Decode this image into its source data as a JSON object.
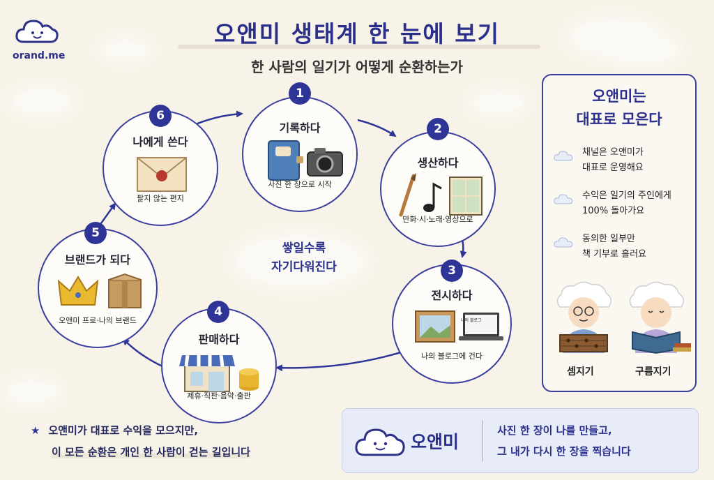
{
  "brand": {
    "logo_text": "orand.me"
  },
  "header": {
    "title": "오앤미 생태계 한 눈에 보기",
    "subtitle": "한 사람의 일기가 어떻게 순환하는가"
  },
  "cycle": [
    {
      "number": "1",
      "label": "기록하다",
      "caption": "사진 한 장으로 시작",
      "icons": [
        "diary-icon",
        "camera-icon"
      ]
    },
    {
      "number": "2",
      "label": "생산하다",
      "caption": "만화·시·노래·영상으로",
      "icons": [
        "paintbrush-icon",
        "music-note-icon",
        "comic-panels-icon"
      ]
    },
    {
      "number": "3",
      "label": "전시하다",
      "caption": "나의 블로그에 건다",
      "icons": [
        "framed-picture-icon",
        "laptop-icon"
      ],
      "laptop_text": "나의 블로그"
    },
    {
      "number": "4",
      "label": "판매하다",
      "caption": "제휴·직판·음악·출판",
      "icons": [
        "storefront-icon",
        "coin-stack-icon"
      ]
    },
    {
      "number": "5",
      "label": "브랜드가 되다",
      "caption": "오앤미 프로·나의 브랜드",
      "icons": [
        "crown-icon",
        "package-box-icon"
      ]
    },
    {
      "number": "6",
      "label": "나에게 쓴다",
      "caption": "팔지 않는 편지",
      "icons": [
        "envelope-icon"
      ]
    }
  ],
  "center": {
    "line1": "쌓일수록",
    "line2": "자기다워진다"
  },
  "panel": {
    "title_line1": "오앤미는",
    "title_line2": "대표로 모은다",
    "items": [
      {
        "line1": "채널은 오앤미가",
        "line2": "대표로 운영해요"
      },
      {
        "line1": "수익은 일기의 주인에게",
        "line2": "100% 돌아가요"
      },
      {
        "line1": "동의한 일부만",
        "line2": "책 기부로 흘러요"
      }
    ],
    "characters": [
      {
        "name": "셈지기",
        "icon": "abacus-character-icon"
      },
      {
        "name": "구름지기",
        "icon": "book-reading-character-icon"
      }
    ]
  },
  "footer": {
    "note_line1": "오앤미가 대표로 수익을 모으지만,",
    "note_line2": "이 모든 순환은 개인 한 사람이 걷는 길입니다",
    "brand_name": "오앤미",
    "slogan_line1": "사진 한 장이 나를 만들고,",
    "slogan_line2": "그 내가 다시 한 장을 찍습니다"
  },
  "colors": {
    "accent": "#2f3596",
    "background": "#f8f3e8",
    "footer_box": "#e7ecf8"
  }
}
